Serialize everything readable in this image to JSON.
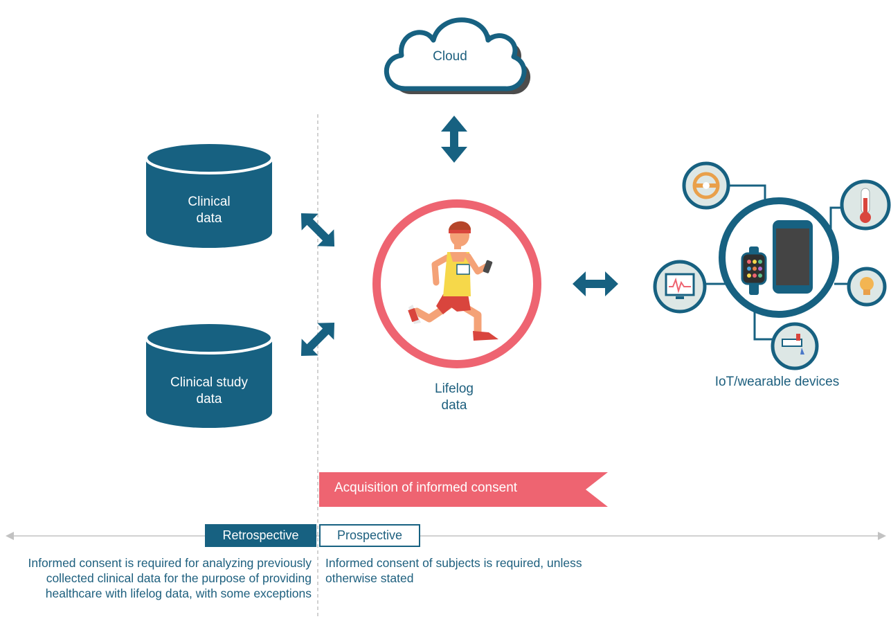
{
  "nodes": {
    "cloud": "Cloud",
    "clinical": "Clinical\ndata",
    "clinical_study": "Clinical study\ndata",
    "lifelog": "Lifelog\ndata",
    "iot": "IoT/wearable devices"
  },
  "banner": "Acquisition of informed consent",
  "timeline": {
    "retrospective": "Retrospective",
    "prospective": "Prospective"
  },
  "notes": {
    "retrospective": "Informed consent is required for analyzing previously collected clinical data for the purpose of providing healthcare with lifelog data, with some exceptions",
    "prospective": "Informed consent of subjects is required, unless otherwise stated"
  },
  "colors": {
    "primary": "#176181",
    "accent": "#ee6471",
    "icon_bg": "#dde7e5",
    "text_dark": "#1d5f7e"
  }
}
